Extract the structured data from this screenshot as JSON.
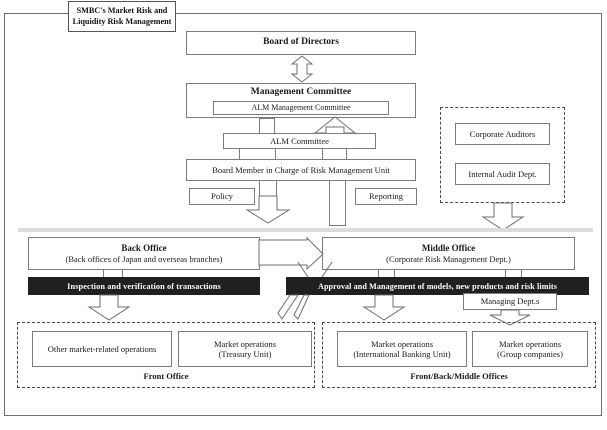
{
  "title": {
    "line1": "SMBC's Market Risk and",
    "line2": "Liquidity Risk Management"
  },
  "nodes": {
    "board_of_directors": "Board of Directors",
    "management_committee": "Management Committee",
    "alm_management_committee": "ALM Management Committee",
    "alm_committee": "ALM Committee",
    "board_member": "Board Member in Charge of Risk Management Unit",
    "policy": "Policy",
    "reporting": "Reporting",
    "corporate_auditors": "Corporate Auditors",
    "internal_audit": "Internal Audit Dept.",
    "back_office_title": "Back Office",
    "back_office_sub": "(Back offices of Japan and overseas branches)",
    "middle_office_title": "Middle Office",
    "middle_office_sub": "(Corporate Risk Management Dept.)",
    "inspection_bar": "Inspection and verification of transactions",
    "approval_bar": "Approval and Management of models, new products and risk limits",
    "managing_depts": "Managing Dept.s",
    "other_market_related": "Other market-related operations",
    "market_ops_treasury_title": "Market operations",
    "market_ops_treasury_sub": "(Treasury Unit)",
    "market_ops_intl_title": "Market operations",
    "market_ops_intl_sub": "(International Banking Unit)",
    "market_ops_group_title": "Market operations",
    "market_ops_group_sub": "(Group companies)",
    "front_office_label": "Front Office",
    "front_back_middle_label": "Front/Back/Middle Offices"
  },
  "colors": {
    "bar_fill": "#221f1f",
    "bar_text": "#ffffff",
    "box_border": "#7d7d7d",
    "frame_border": "#6f6f6f",
    "dashed_border": "#4a4a4a",
    "rule": "#dcdcdc",
    "text": "#1a1a1a"
  }
}
